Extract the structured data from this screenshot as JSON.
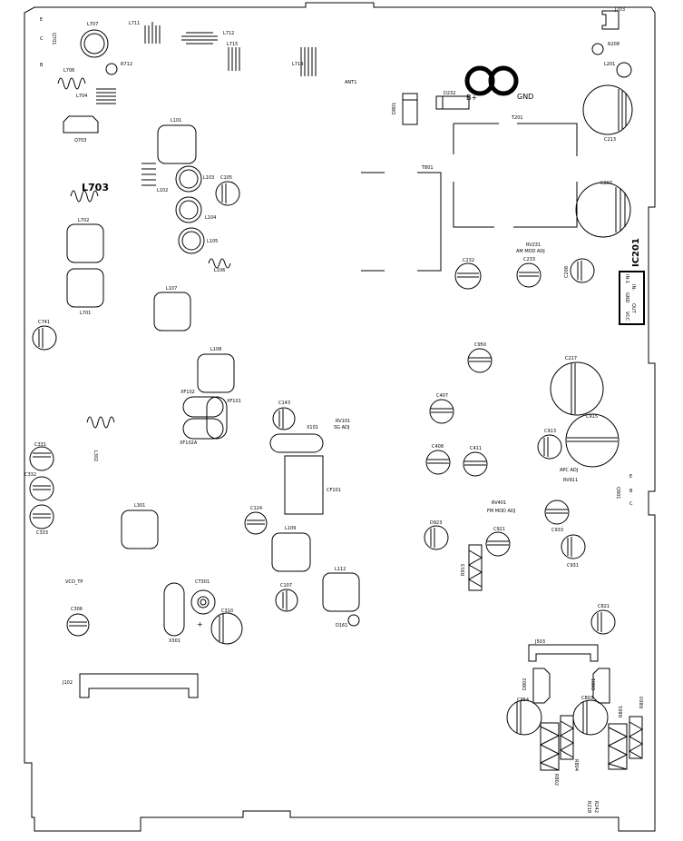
{
  "board": {
    "labels": {
      "l707": "L707",
      "l711": "L711",
      "l712": "L712",
      "l715": "L715",
      "l714": "L714",
      "r712": "R712",
      "l706": "L706",
      "l704": "L704",
      "q703": "Q703",
      "l703": "L703",
      "l702": "L702",
      "l701": "L701",
      "l101": "L101",
      "l102": "L102",
      "l103": "L103",
      "l104": "L104",
      "l105": "L105",
      "l106": "L106",
      "c105": "C105",
      "l107": "L107",
      "l108": "L108",
      "xf102": "XF102",
      "xf101": "XF101",
      "xf102a": "XF102A",
      "c143": "C143",
      "x101": "X101",
      "rv101": "RV101",
      "sg_adj": "SG ADJ",
      "cf101": "CF101",
      "c741": "C741",
      "l302": "L302",
      "c331": "C331",
      "c332": "C332",
      "c333": "C333",
      "l301": "L301",
      "c124": "C124",
      "l109": "L109",
      "vco_tp": "VCO_TP",
      "c306": "C306",
      "ct301": "CT301",
      "c310": "C310",
      "x301": "X301",
      "plus": "+",
      "c107": "C107",
      "l112": "L112",
      "d161": "D161",
      "j102": "J102",
      "ant1": "ANT1",
      "d801": "D801",
      "d232": "D232",
      "bplus": "B+",
      "gnd": "GND",
      "t201": "T201",
      "c213": "C213",
      "j203": "J203",
      "r208": "R208",
      "l201": "L201",
      "t801": "T801",
      "c207": "C207",
      "c232": "C232",
      "rv231": "RV231",
      "am_mod_adj": "AM MOD ADJ",
      "c233": "C233",
      "c208": "C208",
      "ic201": "IC201",
      "pin_in1": "IN-1",
      "pin_in": "IN-",
      "pin_gnd": "GND",
      "pin_out": "OUT",
      "pin_vcc": "VCC",
      "c950": "C950",
      "c217": "C217",
      "c407": "C407",
      "c913": "C913",
      "c915": "C915",
      "c408": "C408",
      "c411": "C411",
      "apc_adj": "APC ADJ",
      "rv911": "RV911",
      "e": "E",
      "b": "B",
      "c": "C",
      "q901": "Q901",
      "rv401": "RV401",
      "fm_mod_adj": "FM MOD ADJ",
      "d923": "D923",
      "c921": "C921",
      "c933": "C933",
      "r913": "R913",
      "c931": "C931",
      "c821": "C821",
      "j503": "J503",
      "d802": "D802",
      "d801b": "D801",
      "c954": "C954",
      "c803": "C803",
      "r801": "R801",
      "r803": "R803",
      "r802": "R802",
      "r804": "R804",
      "r218": "R218",
      "r242": "R242",
      "q701_e": "E",
      "q701_c": "C",
      "q701_b": "B",
      "q701": "Q701"
    }
  }
}
